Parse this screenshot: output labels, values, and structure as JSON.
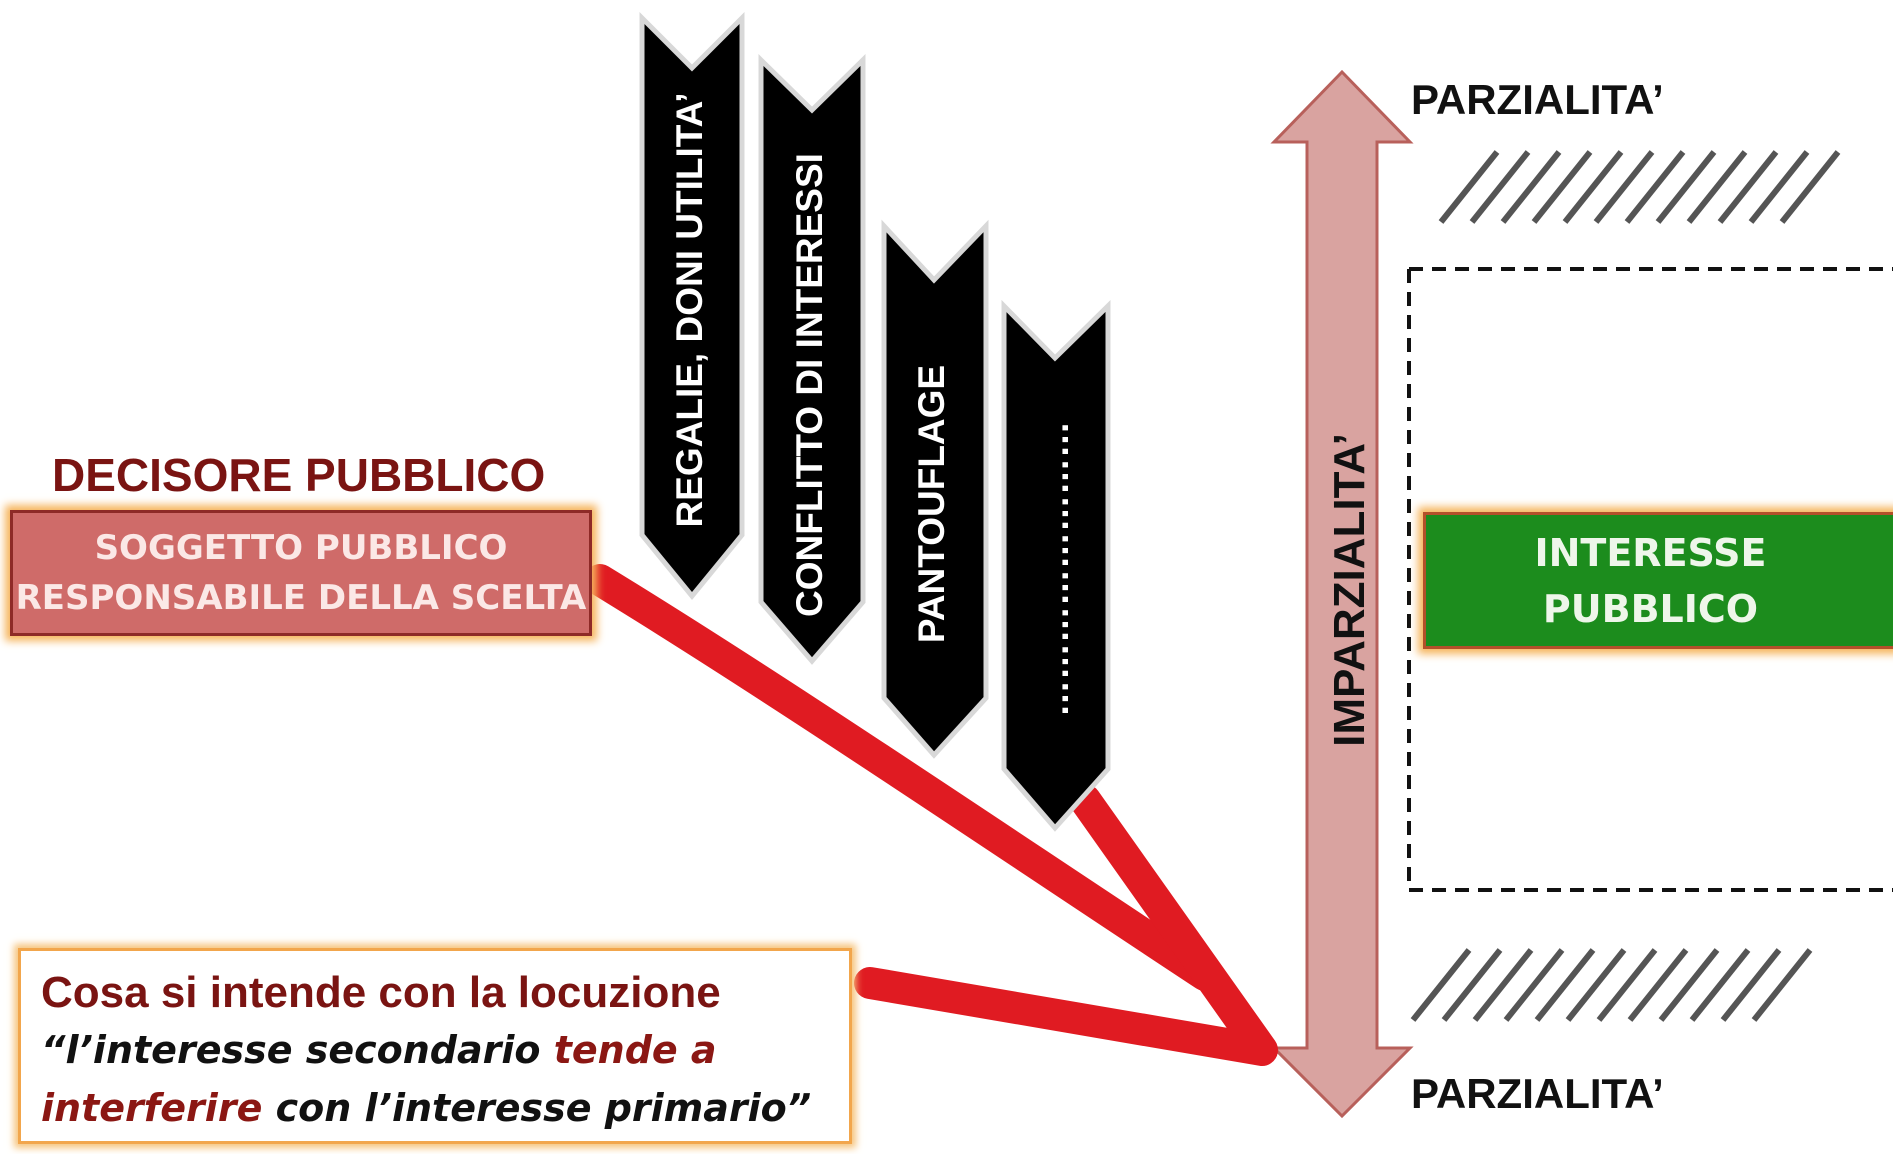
{
  "decisore_title": "DECISORE PUBBLICO",
  "soggetto": {
    "line1": "SOGGETTO PUBBLICO",
    "line2": "RESPONSABILE DELLA SCELTA"
  },
  "chevrons": [
    {
      "label": "REGALIE, DONI UTILITA’"
    },
    {
      "label": "CONFLITTO DI INTERESSI"
    },
    {
      "label": "PANTOUFLAGE"
    },
    {
      "label": "……………………"
    }
  ],
  "axis_label": "IMPARZIALITA’",
  "parzialita_top": "PARZIALITA’",
  "parzialita_bottom": "PARZIALITA’",
  "interesse": {
    "line1": "INTERESSE",
    "line2": "PUBBLICO"
  },
  "question": {
    "title": "Cosa si intende con la locuzione",
    "l2_a": "“l’interesse secondario ",
    "l2_b": "tende a",
    "l3_a": "interferire",
    "l3_b": " con l’interesse primario”"
  },
  "colors": {
    "dark_red": "#7a1412",
    "soggetto_fill": "#cf6b69",
    "interesse_fill": "#1c8c1d",
    "axis_arrow": "#d9a3a0",
    "red_arrow": "#e01b22",
    "chevron": "#000000"
  }
}
